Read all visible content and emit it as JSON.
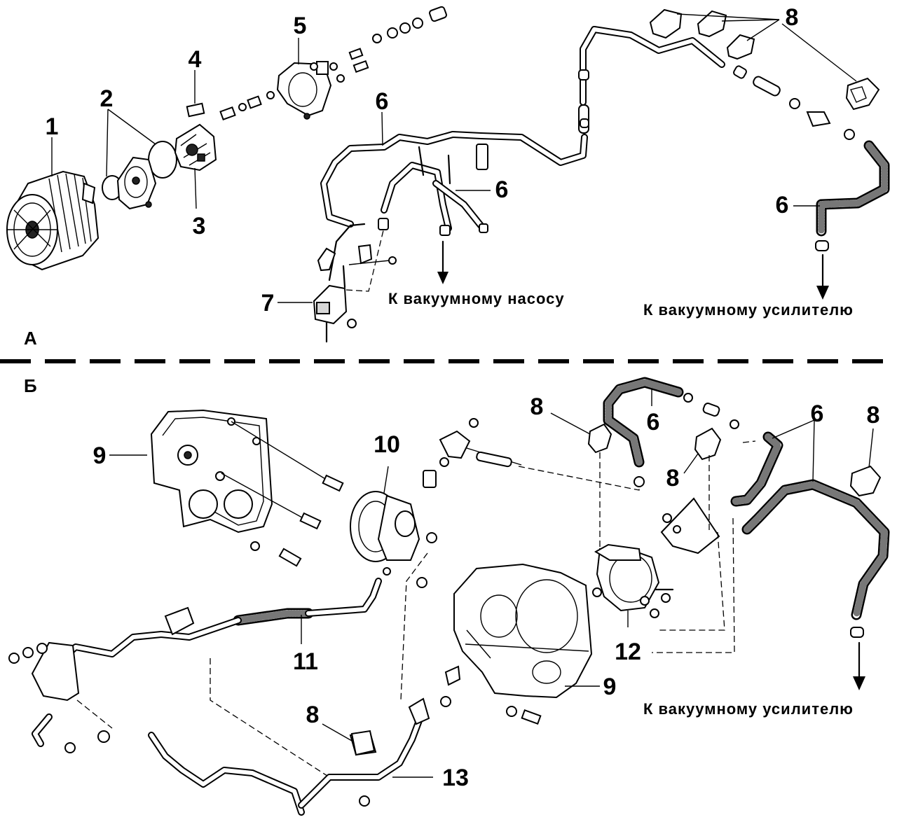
{
  "sections": {
    "a": "А",
    "b": "Б"
  },
  "callouts": {
    "c1": "1",
    "c2": "2",
    "c3": "3",
    "c4": "4",
    "c5": "5",
    "c6_a1": "6",
    "c6_a2": "6",
    "c6_a3": "6",
    "c7": "7",
    "c8_a": "8",
    "c8_b1": "8",
    "c8_b2": "8",
    "c8_b3": "8",
    "c8_b4": "8",
    "c9_b1": "9",
    "c9_b2": "9",
    "c10": "10",
    "c11": "11",
    "c12": "12",
    "c13": "13",
    "c6_b1": "6",
    "c6_b2": "6"
  },
  "captions": {
    "pump_a": "К вакуумному насосу",
    "booster_a": "К вакуумному усилителю",
    "booster_b": "К вакуумному усилителю"
  }
}
